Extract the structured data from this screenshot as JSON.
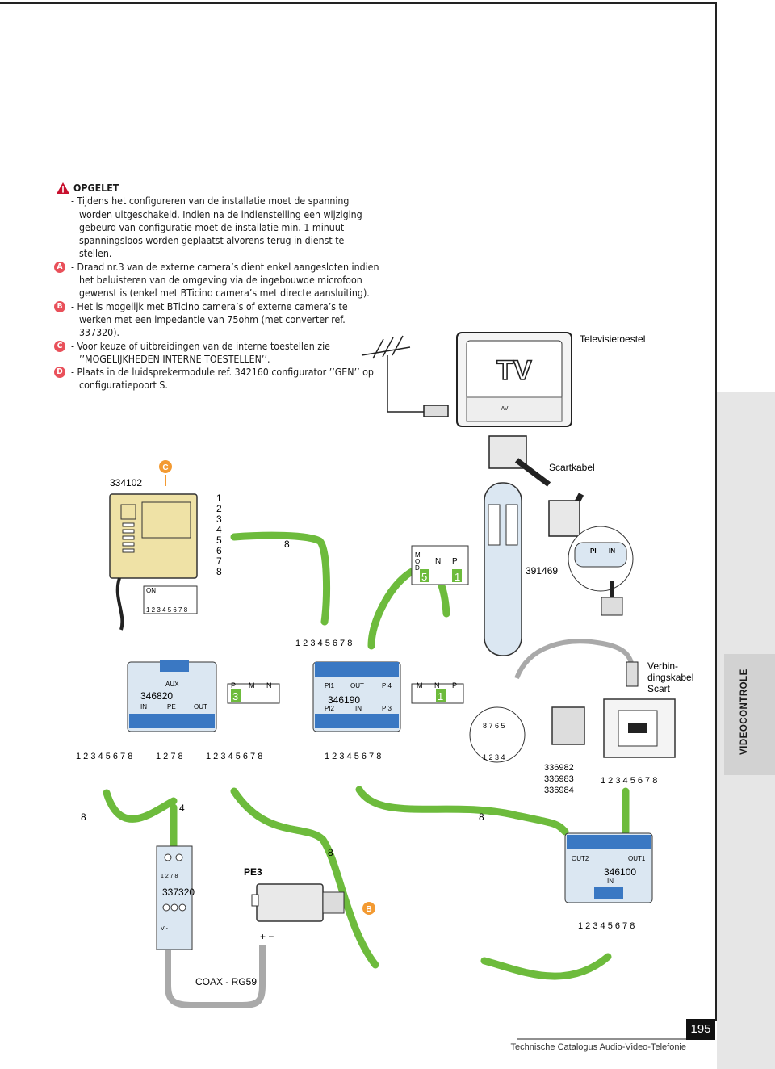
{
  "notes": {
    "heading": "OPGELET",
    "items": [
      {
        "letter": "",
        "text": "- Tijdens het configureren van de installatie moet de spanning worden uitgeschakeld. Indien na de indienstelling een wijziging gebeurd van configuratie moet de installatie min. 1 minuut spanningsloos worden geplaatst alvorens terug in dienst te stellen."
      },
      {
        "letter": "A",
        "text": "- Draad nr.3 van de externe camera’s dient enkel aangesloten indien het beluisteren van de omgeving via de ingebouwde microfoon gewenst is (enkel met BTicino camera’s met directe aansluiting)."
      },
      {
        "letter": "B",
        "text": "- Het is mogelijk met BTicino camera’s of externe camera’s te werken met een impedantie van 75ohm (met converter ref. 337320)."
      },
      {
        "letter": "C",
        "text": "- Voor keuze of uitbreidingen van de interne toestellen zie ’’MOGELIJKHEDEN INTERNE TOESTELLEN’’."
      },
      {
        "letter": "D",
        "text": "- Plaats in de luidsprekermodule ref. 342160 configurator ’’GEN’’ op configuratiepoort S."
      }
    ]
  },
  "labels": {
    "tv": "Televisietoestel",
    "tv_screen": "TV",
    "tv_av": "AV",
    "scart": "Scartkabel",
    "verbinding": [
      "Verbin-",
      "dingskabel",
      "Scart"
    ],
    "ref_334102": "334102",
    "ref_391469": "391469",
    "ref_346820": "346820",
    "ref_346190": "346190",
    "ref_337320": "337320",
    "ref_346100": "346100",
    "ref_pe3": "PE3",
    "refs_3369": [
      "336982",
      "336983",
      "336984"
    ],
    "coax": "COAX - RG59",
    "callout_b": "B",
    "callout_c": "C",
    "wire_count_8": "8",
    "wire_count_4": "4",
    "wire_numbers_col": [
      "1",
      "2",
      "3",
      "4",
      "5",
      "6",
      "7",
      "8"
    ],
    "wire_seq_8": "1 2 3 4 5 6 7 8",
    "wire_seq_127": "1 2   7 8",
    "dip_on": "ON",
    "dip_numbers": "1 2 3 4 5 6 7 8",
    "mod_label": [
      "M",
      "O",
      "D"
    ],
    "mod_value": "5",
    "n_p": [
      "N",
      "P"
    ],
    "p_value": "1",
    "pmn_labels": [
      "P",
      "M",
      "N"
    ],
    "pmn_value": "3",
    "mnp_labels": [
      "M",
      "N",
      "P"
    ],
    "mnp_value": "1",
    "aux_box": {
      "aux": "AUX",
      "in": "IN",
      "pe": "PE",
      "out": "OUT"
    },
    "box_346190": {
      "pi1": "PI1",
      "out": "OUT",
      "pi4": "PI4",
      "pi2": "PI2",
      "in": "IN",
      "pi3": "PI3"
    },
    "box_346100": {
      "out2": "OUT2",
      "out1": "OUT1",
      "in": "IN"
    },
    "box_337320": {
      "terms": "1 2 7 8",
      "voltage": "V -"
    },
    "scart_plug": {
      "pi": "PI",
      "in": "IN"
    },
    "socket_terms_top": "8 7 6 5",
    "socket_terms_bottom": "1 2 3 4",
    "power": "+ −"
  },
  "side_tab": "VIDEOCONTROLE",
  "page_number": "195",
  "footer": "Technische Catalogus Audio-Video-Telefonie",
  "colors": {
    "wire_green": "#6dbb3c",
    "accent_red": "#e9505a",
    "accent_orange": "#f39a32",
    "device_tan": "#efe2a6",
    "device_blue": "#dbe7f2",
    "coax_grey": "#a9a9a9"
  }
}
